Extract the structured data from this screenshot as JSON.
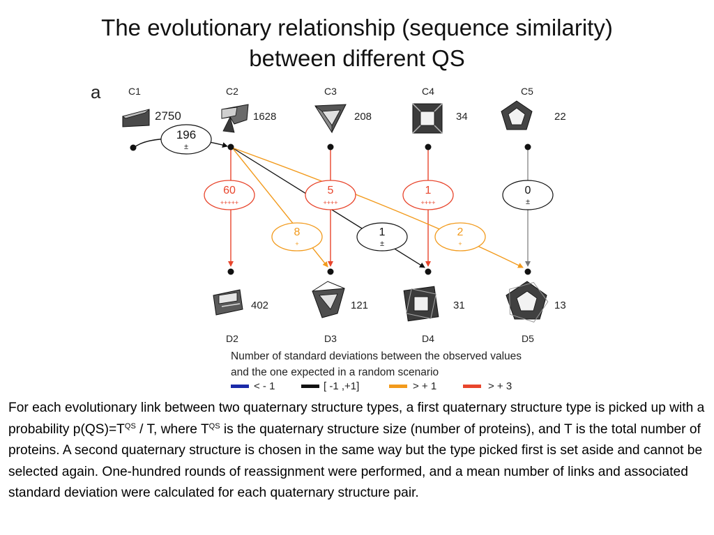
{
  "title": {
    "line1": "The evolutionary relationship (sequence similarity)",
    "line2": "between different QS"
  },
  "panel_label": "a",
  "top_nodes": [
    {
      "id": "C1",
      "count": "2750"
    },
    {
      "id": "C2",
      "count": "1628"
    },
    {
      "id": "C3",
      "count": "208"
    },
    {
      "id": "C4",
      "count": "34"
    },
    {
      "id": "C5",
      "count": "22"
    }
  ],
  "bottom_nodes": [
    {
      "id": "D2",
      "count": "402"
    },
    {
      "id": "D3",
      "count": "121"
    },
    {
      "id": "D4",
      "count": "31"
    },
    {
      "id": "D5",
      "count": "13"
    }
  ],
  "links": [
    {
      "from": "C1",
      "to": "C2",
      "value": "196",
      "marker": "±",
      "category": "[ -1 ,+1]"
    },
    {
      "from": "C2",
      "to": "D2",
      "value": "60",
      "marker": "+++++",
      "category": "> + 3"
    },
    {
      "from": "C3",
      "to": "D3",
      "value": "5",
      "marker": "++++",
      "category": "> + 3"
    },
    {
      "from": "C4",
      "to": "D4",
      "value": "1",
      "marker": "++++",
      "category": "> + 3"
    },
    {
      "from": "C5",
      "to": "D5",
      "value": "0",
      "marker": "±",
      "category": "[ -1 ,+1]"
    },
    {
      "from": "C2",
      "to": "D3",
      "value": "8",
      "marker": "+",
      "category": "> + 1"
    },
    {
      "from": "C2",
      "to": "D4",
      "value": "1",
      "marker": "±",
      "category": "[ -1 ,+1]"
    },
    {
      "from": "C2",
      "to": "D5",
      "value": "2",
      "marker": "+",
      "category": "> + 1"
    }
  ],
  "legend": {
    "title_line1": "Number of standard deviations between the observed values",
    "title_line2": "and the one expected in a random scenario",
    "items": [
      {
        "label": "< - 1",
        "color": "#1a2aa8"
      },
      {
        "label": "[ -1 ,+1]",
        "color": "#111111"
      },
      {
        "label": "> + 1",
        "color": "#f29a1c"
      },
      {
        "label": "> + 3",
        "color": "#e8452c"
      }
    ]
  },
  "caption": {
    "part1": "For each evolutionary link between two quaternary structure types, a first quaternary structure type is picked up with a probability p(QS)=T",
    "sup1": "QS",
    "part2": " / T, where T",
    "sup2": "QS",
    "part3": " is the quaternary structure size (number of proteins), and T is the total number of proteins. A second quaternary structure is chosen in the same way but the type picked first is set aside and cannot be selected again. One-hundred rounds of reassignment were performed, and a mean number of links and associated standard deviation were calculated for each quaternary structure pair."
  }
}
